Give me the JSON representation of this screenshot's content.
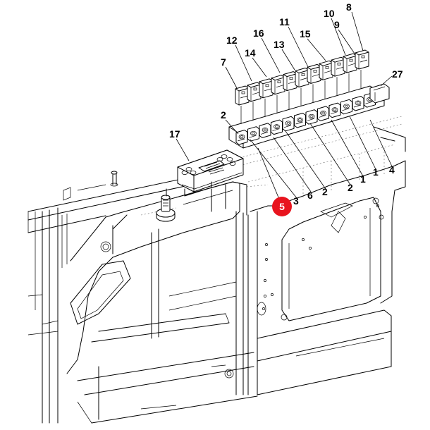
{
  "callouts": [
    {
      "id": "8",
      "text": "8"
    },
    {
      "id": "10",
      "text": "10"
    },
    {
      "id": "11",
      "text": "11"
    },
    {
      "id": "9",
      "text": "9"
    },
    {
      "id": "16",
      "text": "16"
    },
    {
      "id": "15",
      "text": "15"
    },
    {
      "id": "12",
      "text": "12"
    },
    {
      "id": "13",
      "text": "13"
    },
    {
      "id": "14",
      "text": "14"
    },
    {
      "id": "7",
      "text": "7"
    },
    {
      "id": "27",
      "text": "27"
    },
    {
      "id": "2a",
      "text": "2"
    },
    {
      "id": "17",
      "text": "17"
    },
    {
      "id": "4",
      "text": "4"
    },
    {
      "id": "1a",
      "text": "1"
    },
    {
      "id": "1b",
      "text": "1"
    },
    {
      "id": "2b",
      "text": "2"
    },
    {
      "id": "2c",
      "text": "2"
    },
    {
      "id": "6",
      "text": "6"
    },
    {
      "id": "3",
      "text": "3"
    }
  ],
  "highlight": {
    "text": "5",
    "color": "#e8141e"
  },
  "colors": {
    "line": "#000000",
    "background": "#ffffff"
  },
  "icons": [
    "switch-panel-icon",
    "key-switch-icon",
    "instrument-cluster-icon"
  ]
}
